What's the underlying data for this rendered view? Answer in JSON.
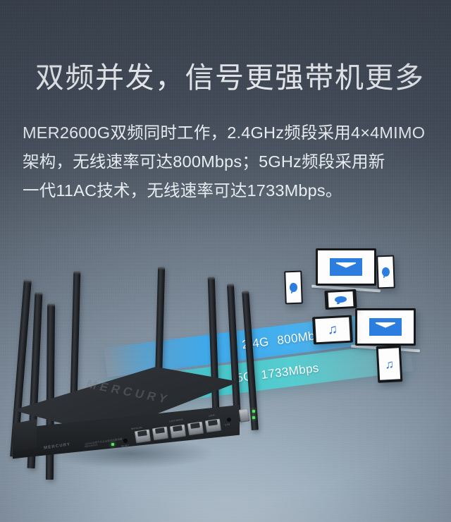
{
  "page": {
    "headline": "双频并发，信号更强带机更多",
    "body_lines": [
      "MER2600G双频同时工作，2.4GHz频段采用4×4MIMO",
      "架构，无线速率可达800Mbps；5GHz频段采用新",
      "一代11AC技术，无线速率可达1733Mbps。"
    ]
  },
  "bands": [
    {
      "id": "band-2g4",
      "label": "2.4G",
      "speed": "800Mbps",
      "color": "#3fa9ea"
    },
    {
      "id": "band-5g",
      "label": "5G",
      "speed": "1733Mbps",
      "color": "#46c4c9"
    }
  ],
  "product": {
    "model": "MER2600G",
    "brand": "MERCURY",
    "top_emboss": "MERCURY",
    "front_label_line1": "2600M双频千兆企业级无线路由器",
    "front_label_line2": "MER2600G",
    "port_labels": [
      "WAN/LAN",
      "WAN1",
      "LAN1/WAN2",
      "LAN2",
      "LAN3",
      "LAN4"
    ],
    "reset_label": "RESET",
    "usb_label": "USB",
    "antenna_count": 8,
    "port_count": 5
  },
  "devices": [
    {
      "id": "mon-a",
      "type": "monitor",
      "icon": "envelope-icon"
    },
    {
      "id": "mon-b",
      "type": "monitor",
      "icon": "envelope-icon"
    },
    {
      "id": "ph-a",
      "type": "phone",
      "icon": "chat-bubble-icon"
    },
    {
      "id": "ph-b",
      "type": "phone",
      "icon": "chat-bubble-icon"
    },
    {
      "id": "tab-land",
      "type": "tablet-landscape",
      "icon": "chat-bubble-icon"
    },
    {
      "id": "tab-music",
      "type": "tablet-landscape",
      "icon": "music-note-icon"
    },
    {
      "id": "tab-port",
      "type": "tablet-portrait",
      "icon": "music-note-icon"
    }
  ],
  "icons": {
    "music_note_glyph": "♫"
  },
  "colors": {
    "accent_2g4": "#3fa9ea",
    "accent_5g": "#46c4c9",
    "icon_blue": "#2b7de0",
    "headline": "#eff2f5",
    "bg_top": "#3c4552",
    "bg_bottom": "#b3c0cb"
  }
}
